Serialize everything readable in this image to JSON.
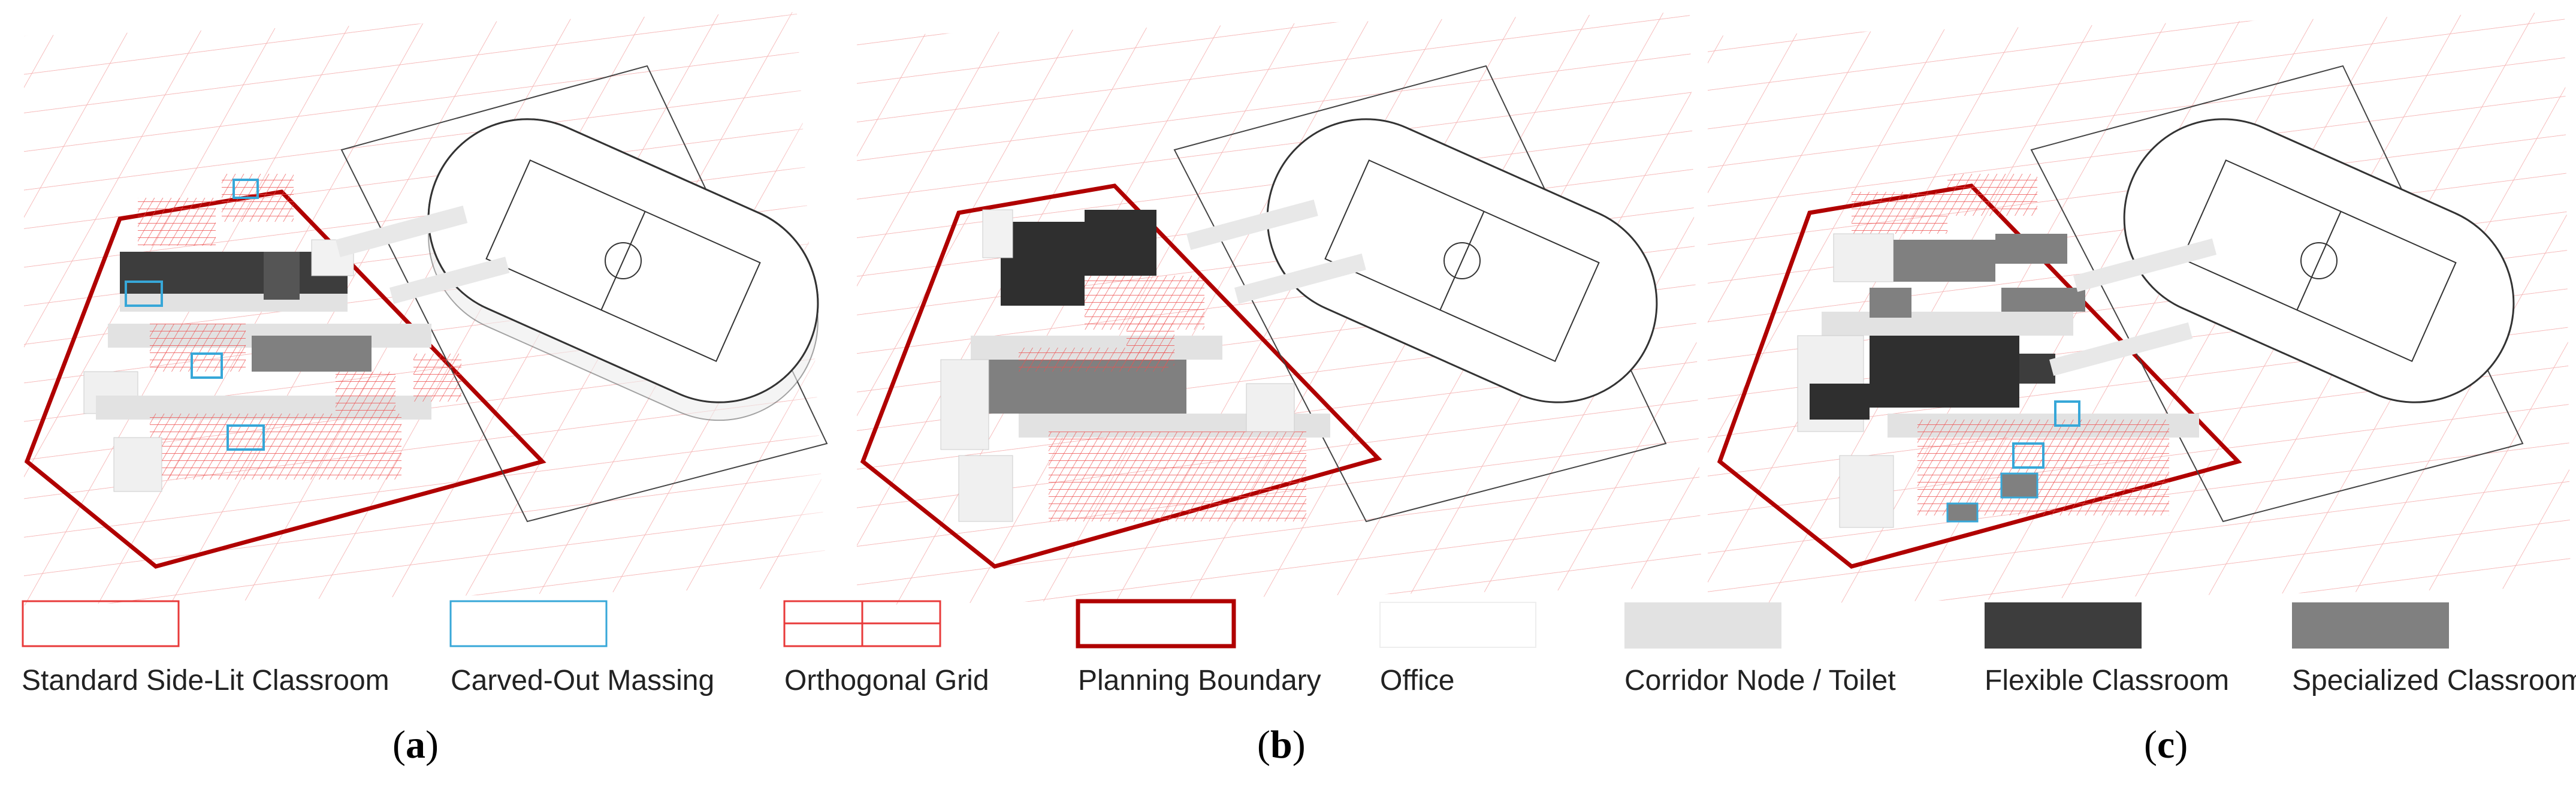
{
  "legend": {
    "items": [
      {
        "label": "Standard Side-Lit Classroom",
        "symbol": "outline-red"
      },
      {
        "label": "Carved-Out Massing",
        "symbol": "outline-cyan"
      },
      {
        "label": "Orthogonal Grid",
        "symbol": "grid-red"
      },
      {
        "label": "Planning Boundary",
        "symbol": "outline-darkred-thick"
      },
      {
        "label": "Office",
        "symbol": "fill-white"
      },
      {
        "label": "Corridor Node / Toilet",
        "symbol": "fill-lightgray"
      },
      {
        "label": "Flexible Classroom",
        "symbol": "fill-darkgray"
      },
      {
        "label": "Specialized Classroom",
        "symbol": "fill-midgray"
      }
    ]
  },
  "captions": {
    "a": "a",
    "b": "b",
    "c": "c"
  },
  "colors": {
    "grid": "#f19b9b",
    "boundary": "#b00000",
    "classroom_outline": "#e83a3a",
    "carved": "#37a7d8",
    "office": "#ffffff",
    "corridor": "#e2e2e2",
    "flexible": "#3d3d3d",
    "specialized": "#808080",
    "track_outline": "#444444"
  }
}
